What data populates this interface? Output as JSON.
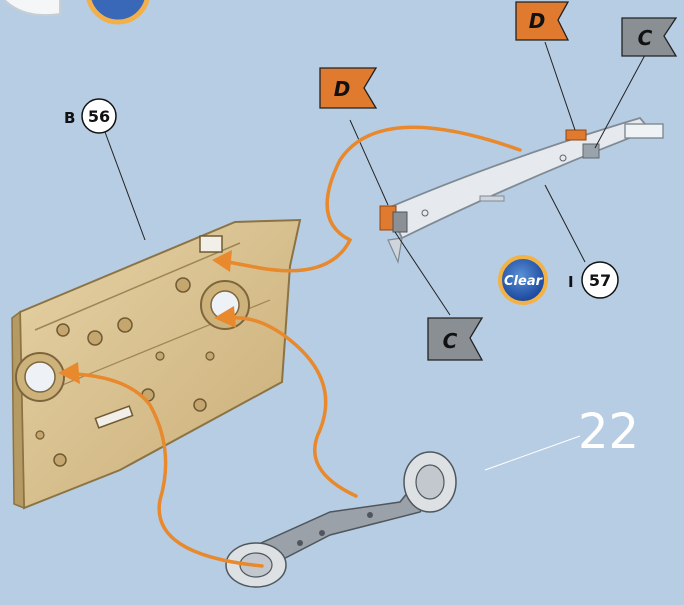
{
  "parts": {
    "panel": {
      "group": "B",
      "number": "56"
    },
    "bar": {
      "group": "I",
      "number": "57"
    },
    "clear_badge": "Clear"
  },
  "flags": [
    {
      "letter": "D",
      "color": "#e07a2e"
    },
    {
      "letter": "C",
      "color": "#8a8f94"
    },
    {
      "letter": "D",
      "color": "#e07a2e"
    },
    {
      "letter": "C",
      "color": "#8a8f94"
    }
  ],
  "step_number": "22",
  "colors": {
    "background": "#b7cde4",
    "panel": "#d7c08f",
    "arrow": "#e8892d",
    "flag_d": "#e07a2e",
    "flag_c": "#8a8f94",
    "part": "#dfe3e6"
  }
}
